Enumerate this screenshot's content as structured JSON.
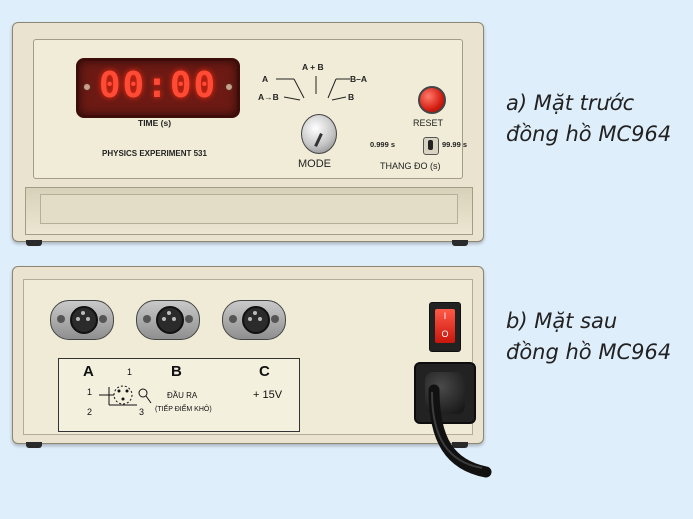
{
  "front": {
    "display": "00:00",
    "time_label": "TIME (s)",
    "model_label": "PHYSICS EXPERIMENT 531",
    "mode_positions": {
      "a": "A",
      "a_to_b": "A→B",
      "a_plus_b": "A + B",
      "b_minus_a": "B–A",
      "b": "B"
    },
    "mode_label": "MODE",
    "reset_label": "RESET",
    "range_low": "0.999 s",
    "range_high": "99.99 s",
    "range_label": "THANG ĐO (s)"
  },
  "back": {
    "sockets": [
      "A",
      "B",
      "C"
    ],
    "pin_numbers": [
      "1",
      "1",
      "2",
      "3"
    ],
    "output_label": "ĐẦU RA",
    "output_sub": "(TIẾP ĐIỂM KHÔ)",
    "voltage": "+ 15V",
    "power_on_symbol": "I",
    "power_off_symbol": "O"
  },
  "captions": {
    "front_line1": "a) Mặt trước",
    "front_line2": "đồng hồ MC964",
    "back_line1": "b) Mặt sau",
    "back_line2": "đồng hồ MC964"
  },
  "colors": {
    "background": "#dfeefb",
    "case": "#e9e3cf",
    "led_digits": "#ff4a35",
    "reset_button": "#d41e12"
  }
}
